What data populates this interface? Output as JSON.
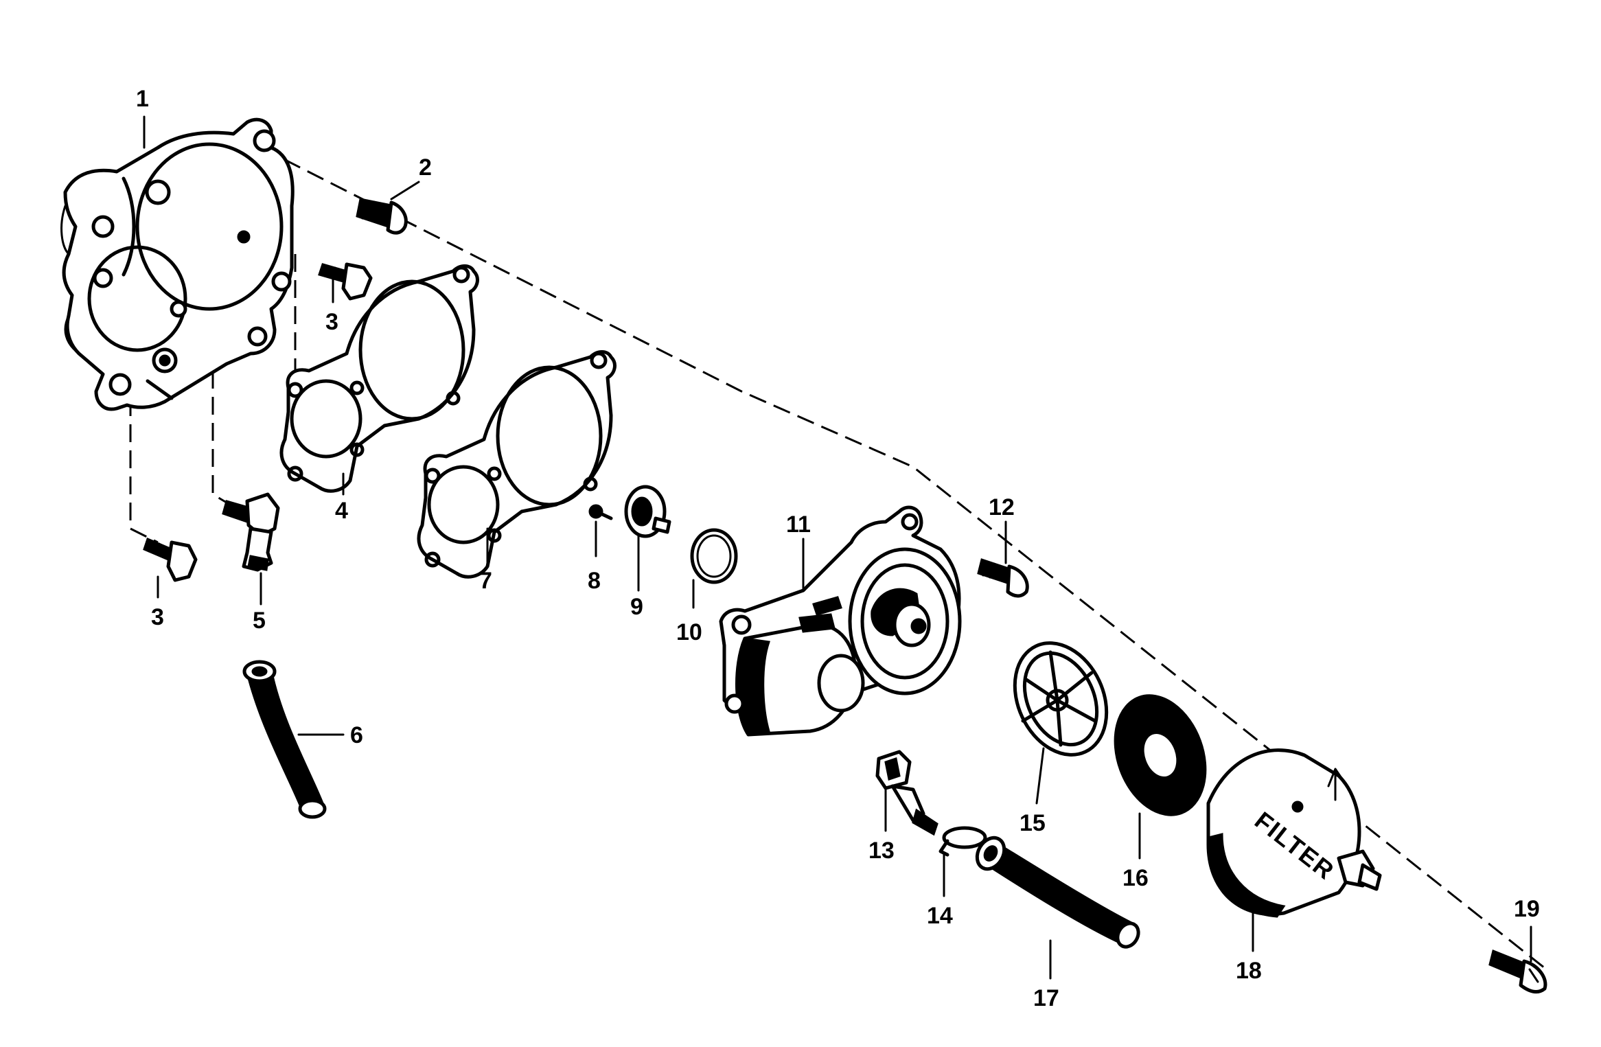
{
  "callouts": [
    {
      "id": "1",
      "label": "1"
    },
    {
      "id": "2",
      "label": "2"
    },
    {
      "id": "3a",
      "label": "3"
    },
    {
      "id": "3b",
      "label": "3"
    },
    {
      "id": "4",
      "label": "4"
    },
    {
      "id": "5",
      "label": "5"
    },
    {
      "id": "6",
      "label": "6"
    },
    {
      "id": "7",
      "label": "7"
    },
    {
      "id": "8",
      "label": "8"
    },
    {
      "id": "9",
      "label": "9"
    },
    {
      "id": "10",
      "label": "10"
    },
    {
      "id": "11",
      "label": "11"
    },
    {
      "id": "12",
      "label": "12"
    },
    {
      "id": "13",
      "label": "13"
    },
    {
      "id": "14",
      "label": "14"
    },
    {
      "id": "15",
      "label": "15"
    },
    {
      "id": "16",
      "label": "16"
    },
    {
      "id": "17",
      "label": "17"
    },
    {
      "id": "18",
      "label": "18"
    },
    {
      "id": "19",
      "label": "19"
    }
  ],
  "filter_marking": "FILTER"
}
